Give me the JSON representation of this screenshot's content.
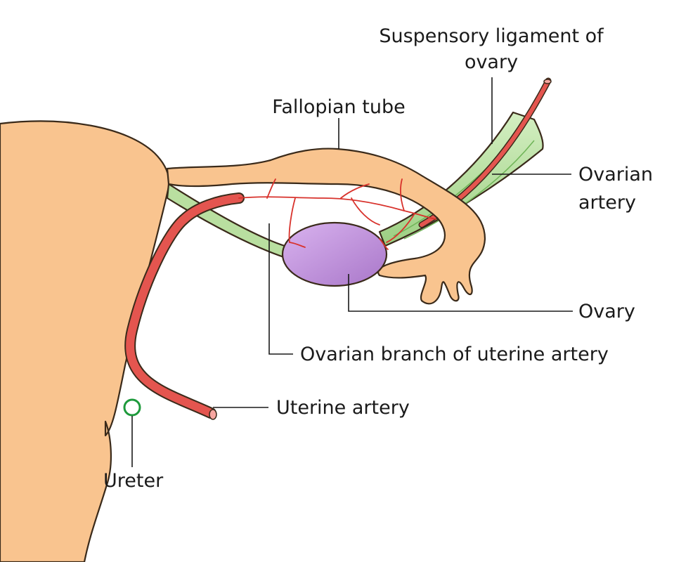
{
  "labels": {
    "suspensory_ligament_line1": "Suspensory ligament of",
    "suspensory_ligament_line2": "ovary",
    "fallopian_tube": "Fallopian tube",
    "ovarian_artery_line1": "Ovarian",
    "ovarian_artery_line2": "artery",
    "ovary": "Ovary",
    "ovarian_branch": "Ovarian branch of uterine artery",
    "uterine_artery": "Uterine artery",
    "ureter": "Ureter"
  },
  "colors": {
    "uterus": "#f9c48f",
    "ligament": "#b9dfa0",
    "artery": "#e4554f",
    "ovary": "#c59add",
    "ureter": "#1e9a3c",
    "text": "#1a1a1a"
  },
  "icons": [
    "ureter-circle-icon"
  ]
}
